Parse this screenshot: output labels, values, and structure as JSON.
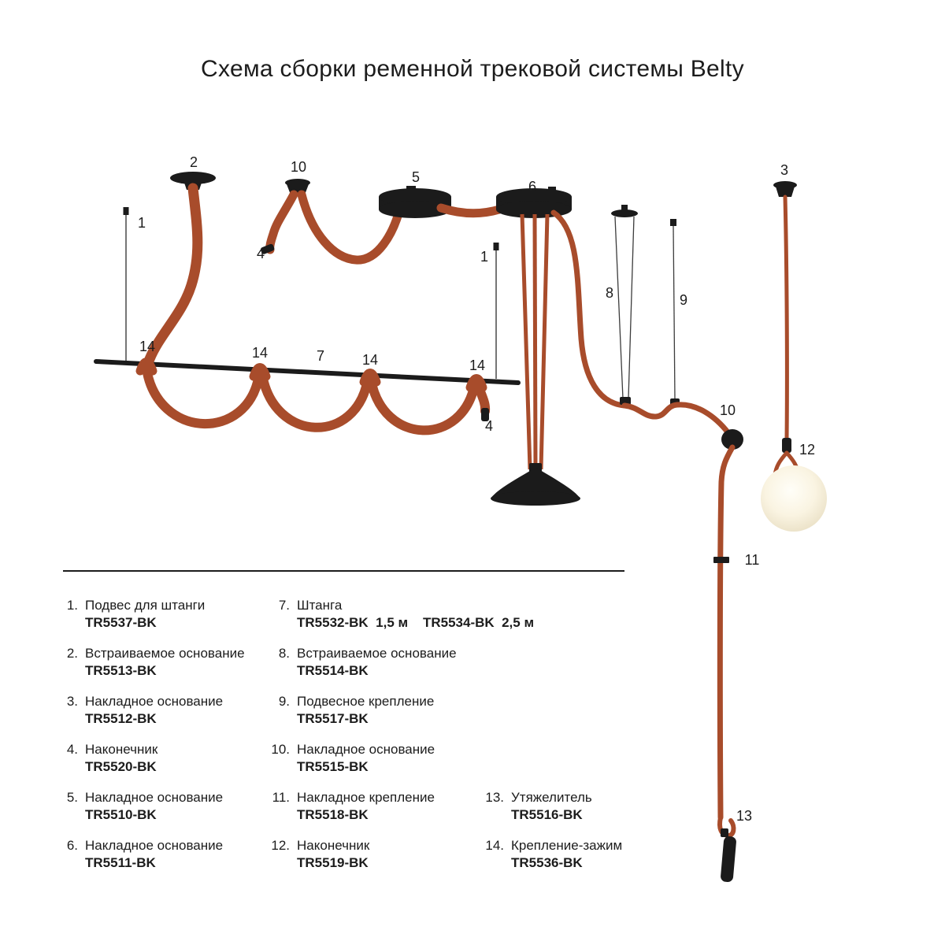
{
  "title": "Схема сборки ременной трековой системы Belty",
  "colors": {
    "belt": "#a84c2b",
    "hardware": "#1b1b1b",
    "cable": "#3c3c3c",
    "globe": "#faf4e2"
  },
  "diagram": {
    "callouts": [
      "2",
      "1",
      "10",
      "4",
      "5",
      "6",
      "1",
      "8",
      "9",
      "3",
      "14",
      "14",
      "7",
      "14",
      "14",
      "4",
      "10",
      "12",
      "11",
      "13"
    ]
  },
  "legend": {
    "columns": [
      {
        "items": [
          {
            "num": "1.",
            "name": "Подвес для штанги",
            "code": "TR5537-BK"
          },
          {
            "num": "2.",
            "name": "Встраиваемое основание",
            "code": "TR5513-BK"
          },
          {
            "num": "3.",
            "name": "Накладное основание",
            "code": "TR5512-BK"
          },
          {
            "num": "4.",
            "name": "Наконечник",
            "code": "TR5520-BK"
          },
          {
            "num": "5.",
            "name": "Накладное основание",
            "code": "TR5510-BK"
          },
          {
            "num": "6.",
            "name": "Накладное основание",
            "code": "TR5511-BK"
          }
        ]
      },
      {
        "items": [
          {
            "num": "7.",
            "name": "Штанга",
            "code": "TR5532-BK  1,5 м    TR5534-BK  2,5 м"
          },
          {
            "num": "8.",
            "name": "Встраиваемое основание",
            "code": "TR5514-BK"
          },
          {
            "num": "9.",
            "name": "Подвесное крепление",
            "code": "TR5517-BK"
          },
          {
            "num": "10.",
            "name": "Накладное основание",
            "code": "TR5515-BK"
          },
          {
            "num": "11.",
            "name": "Накладное крепление",
            "code": "TR5518-BK"
          },
          {
            "num": "12.",
            "name": "Наконечник",
            "code": "TR5519-BK"
          }
        ]
      },
      {
        "items": [
          {
            "num": "13.",
            "name": "Утяжелитель",
            "code": "TR5516-BK"
          },
          {
            "num": "14.",
            "name": "Крепление-зажим",
            "code": "TR5536-BK"
          }
        ]
      }
    ]
  }
}
